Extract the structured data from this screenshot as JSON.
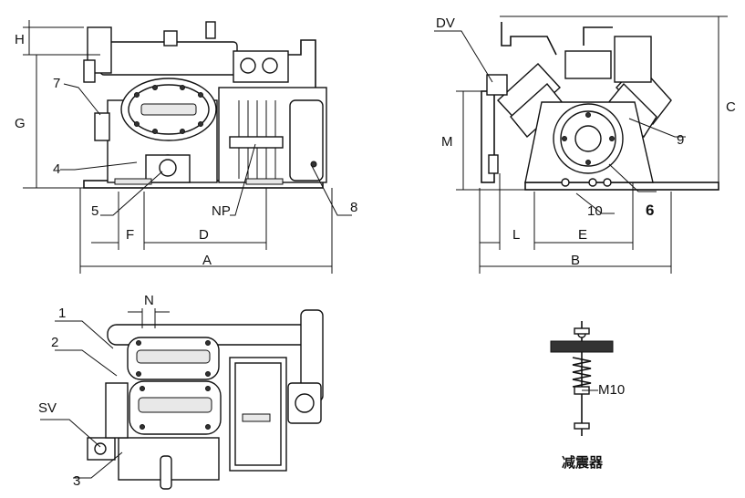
{
  "labels": {
    "H": "H",
    "G": "G",
    "seven": "7",
    "four": "4",
    "five": "5",
    "F": "F",
    "D": "D",
    "NP": "NP",
    "eight": "8",
    "A": "A",
    "DV": "DV",
    "M": "M",
    "C": "C",
    "nine": "9",
    "ten": "10",
    "six": "6",
    "L": "L",
    "E": "E",
    "B": "B",
    "one": "1",
    "two": "2",
    "N": "N",
    "SV": "SV",
    "three": "3",
    "M10": "M10",
    "damper": "减震器"
  }
}
